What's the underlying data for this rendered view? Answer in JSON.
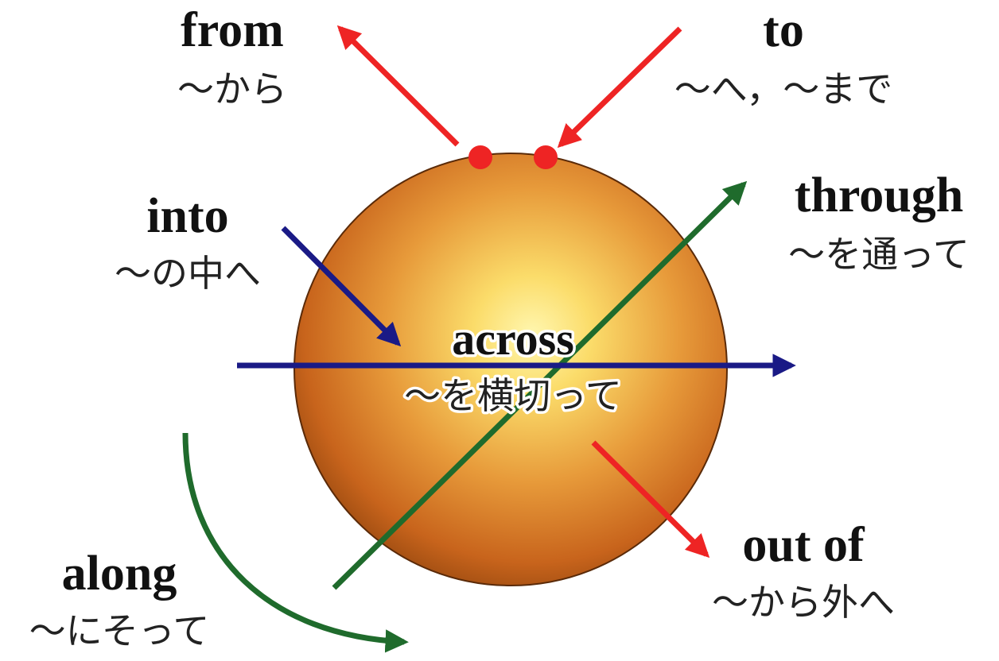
{
  "colors": {
    "red": "#ee2424",
    "blue": "#1a1a86",
    "green": "#1f6b2c",
    "sphere_edge": "#9a4a10",
    "sphere_mid": "#e0892e",
    "sphere_center": "#fff6a8"
  },
  "labels": {
    "from": {
      "en": "from",
      "jp": "～から"
    },
    "to": {
      "en": "to",
      "jp": "～へ，～まで"
    },
    "into": {
      "en": "into",
      "jp": "～の中へ"
    },
    "through": {
      "en": "through",
      "jp": "～を通って"
    },
    "across": {
      "en": "across",
      "jp": "～を横切って"
    },
    "out_of": {
      "en": "out of",
      "jp": "～から外へ"
    },
    "along": {
      "en": "along",
      "jp": "～にそって"
    }
  }
}
